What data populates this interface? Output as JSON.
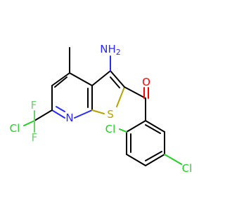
{
  "molecule": {
    "atom_labels": {
      "amine": "NH",
      "amine_h_count": "2",
      "ring_nitrogen": "N",
      "sulfur": "S",
      "oxygen": "O",
      "fluorine_top": "F",
      "fluorine_bottom": "F",
      "chlorine_cf2": "Cl",
      "chlorine_ortho": "Cl",
      "chlorine_para": "Cl"
    },
    "colors": {
      "carbon": "#000000",
      "nitrogen": "#2a2aff",
      "sulfur": "#b5a300",
      "oxygen": "#ff0000",
      "chlorine": "#1fd01f",
      "fluorine": "#6cd070"
    }
  }
}
